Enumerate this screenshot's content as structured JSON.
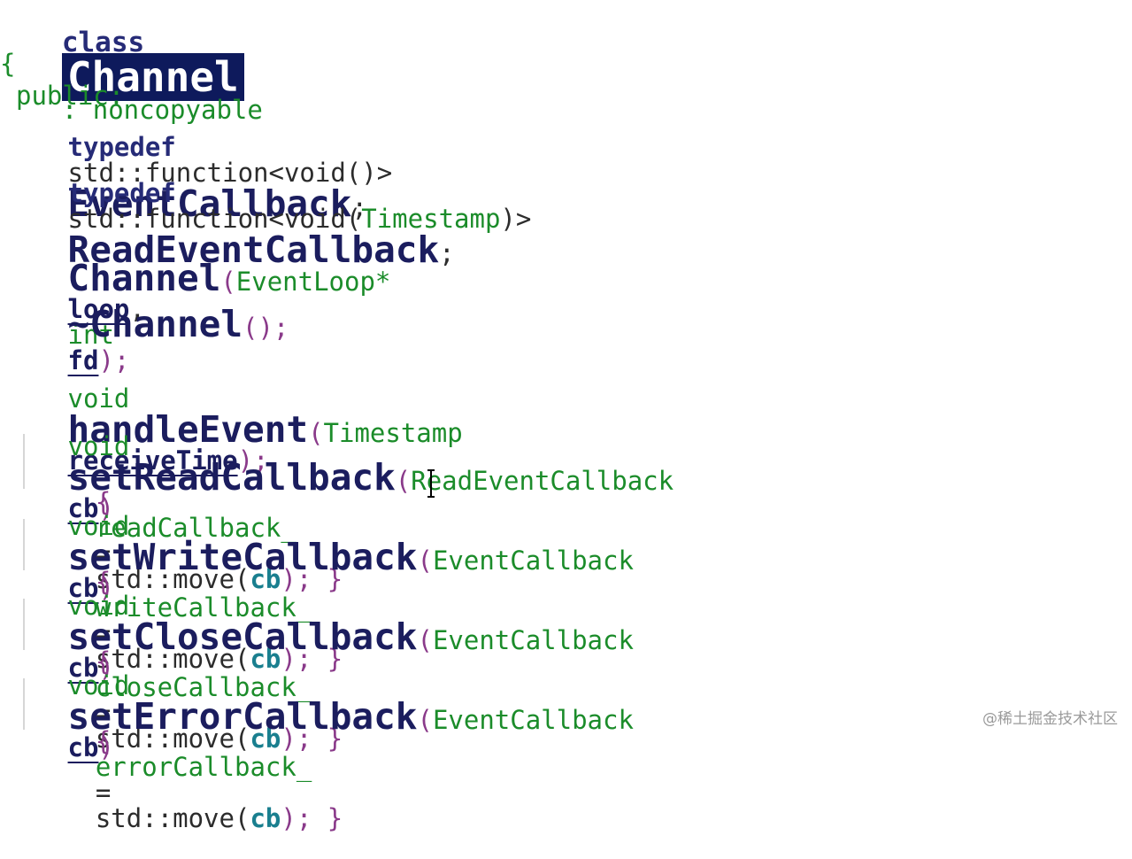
{
  "code": {
    "class_kw": "class",
    "class_name": "Channel",
    "base": ": noncopyable",
    "open_brace": "{",
    "public_label": "public:",
    "typedef1": {
      "kw": "typedef",
      "type": "std::function<void()>",
      "name": "EventCallback",
      "end": ";"
    },
    "typedef2": {
      "kw": "typedef",
      "type_a": "std::function<void(",
      "type_b": "Timestamp",
      "type_c": ")>",
      "name": "ReadEventCallback",
      "end": ";"
    },
    "ctor": {
      "name": "Channel",
      "open": "(",
      "type1": "EventLoop*",
      "p1": "loop",
      "sep": ",",
      "type2": "int",
      "p2": "fd",
      "close": ");"
    },
    "dtor": {
      "name": "~Channel",
      "args": "();"
    },
    "handle": {
      "ret": "void",
      "name": "handleEvent",
      "open": "(",
      "type": "Timestamp",
      "param": "receiveTime",
      "close": ");"
    },
    "setRead": {
      "ret": "void",
      "name": "setReadCallback",
      "open": "(",
      "type": "ReadEventCallback",
      "param": "cb",
      "close": ")"
    },
    "bodyRead": {
      "open": "{",
      "lhs": "readCallback_",
      "eq": "=",
      "call": "std::move(",
      "arg": "cb",
      "end": "); }"
    },
    "setWrite": {
      "ret": "void",
      "name": "setWriteCallback",
      "open": "(",
      "type": "EventCallback",
      "param": "cb",
      "close": ")"
    },
    "bodyWrite": {
      "open": "{",
      "lhs": "writeCallback_",
      "eq": "=",
      "call": "std::move(",
      "arg": "cb",
      "end": "); }"
    },
    "setClose": {
      "ret": "void",
      "name": "setCloseCallback",
      "open": "(",
      "type": "EventCallback",
      "param": "cb",
      "close": ")"
    },
    "bodyClose": {
      "open": "{",
      "lhs": "closeCallback_",
      "eq": "=",
      "call": "std::move(",
      "arg": "cb",
      "end": "); }"
    },
    "setError": {
      "ret": "void",
      "name": "setErrorCallback",
      "open": "(",
      "type": "EventCallback",
      "param": "cb",
      "close": ")"
    },
    "bodyError": {
      "open": "{",
      "lhs": "errorCallback_",
      "eq": "=",
      "call": "std::move(",
      "arg": "cb",
      "end": "); }"
    }
  },
  "watermark": "@稀土掘金技术社区",
  "colors": {
    "selection": "#0e1a5c",
    "keyword": "#262b77",
    "type": "#1b8c2a",
    "identifier": "#1b1d5e",
    "arg": "#1a7f8f"
  }
}
